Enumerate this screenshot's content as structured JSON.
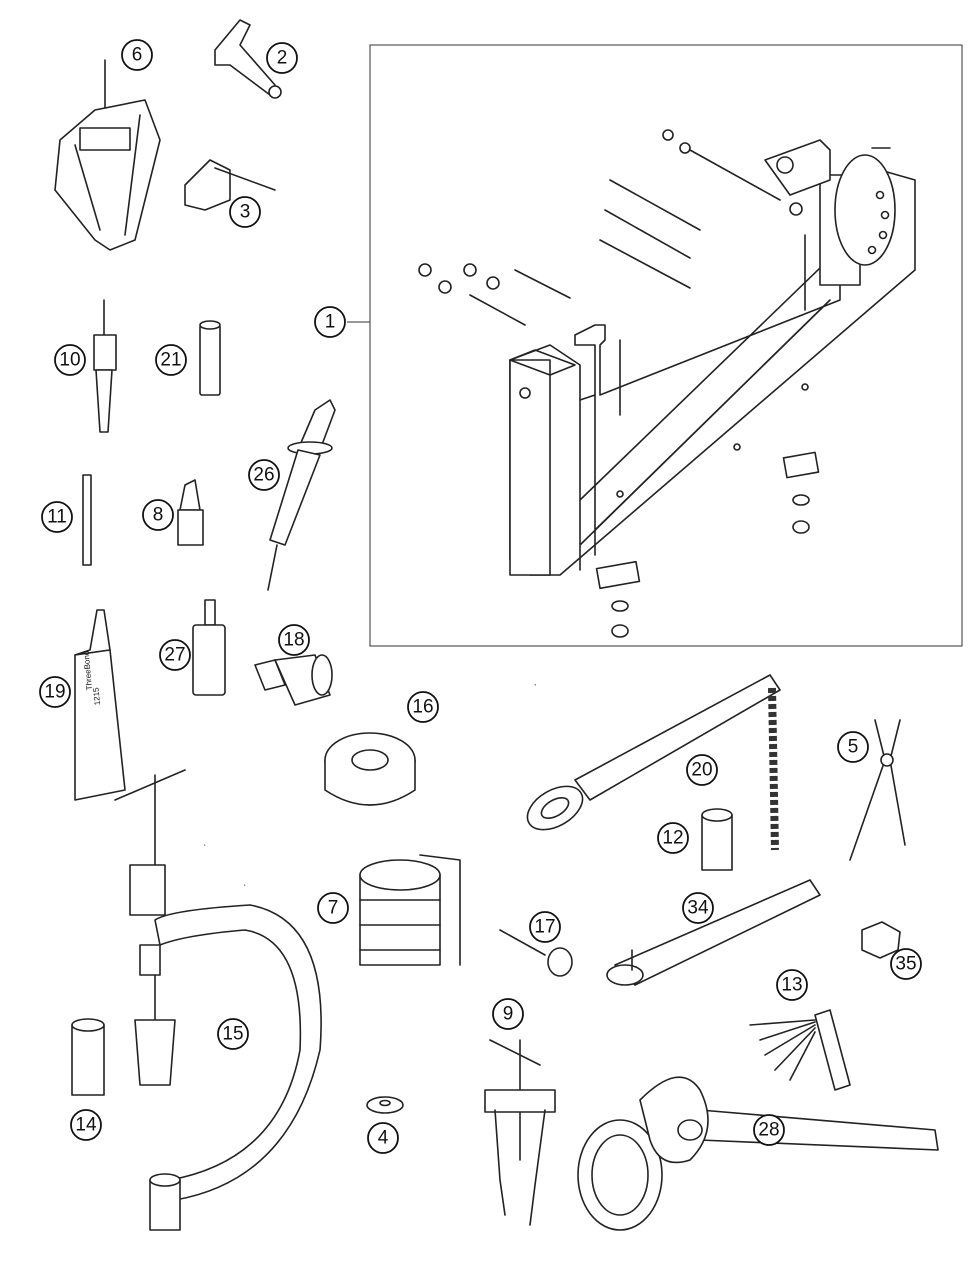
{
  "figure": {
    "callouts": [
      {
        "id": "1",
        "label": "1"
      },
      {
        "id": "2",
        "label": "2"
      },
      {
        "id": "3",
        "label": "3"
      },
      {
        "id": "4",
        "label": "4"
      },
      {
        "id": "5",
        "label": "5"
      },
      {
        "id": "6",
        "label": "6"
      },
      {
        "id": "7",
        "label": "7"
      },
      {
        "id": "8",
        "label": "8"
      },
      {
        "id": "9",
        "label": "9"
      },
      {
        "id": "10",
        "label": "10"
      },
      {
        "id": "11",
        "label": "11"
      },
      {
        "id": "12",
        "label": "12"
      },
      {
        "id": "13",
        "label": "13"
      },
      {
        "id": "14",
        "label": "14"
      },
      {
        "id": "15",
        "label": "15"
      },
      {
        "id": "16",
        "label": "16"
      },
      {
        "id": "17",
        "label": "17"
      },
      {
        "id": "18",
        "label": "18"
      },
      {
        "id": "19",
        "label": "19"
      },
      {
        "id": "20",
        "label": "20"
      },
      {
        "id": "21",
        "label": "21"
      },
      {
        "id": "26",
        "label": "26"
      },
      {
        "id": "27",
        "label": "27"
      },
      {
        "id": "28",
        "label": "28"
      },
      {
        "id": "34",
        "label": "34"
      },
      {
        "id": "35",
        "label": "35"
      }
    ],
    "tube_label_brand": "ThreeBond",
    "tube_label_code": "1215",
    "colors": {
      "line": "#222222",
      "background": "#ffffff",
      "fill": "#dcdcdc"
    }
  }
}
